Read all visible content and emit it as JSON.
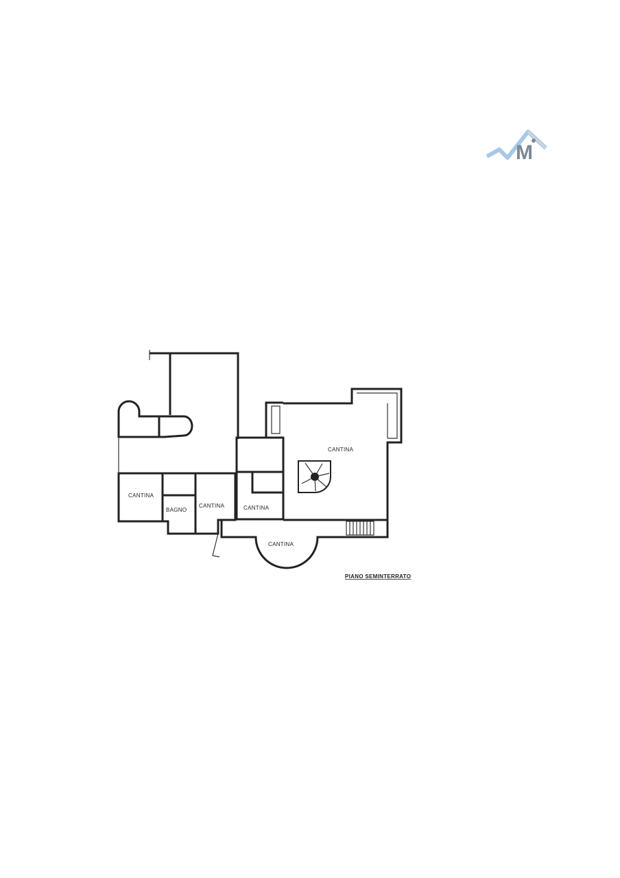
{
  "logo": {
    "letter": "M",
    "colors": {
      "swoosh": "#a9c8e8",
      "letter": "#7a8a96"
    }
  },
  "plan": {
    "rooms": [
      {
        "label": "CANTINA"
      },
      {
        "label": "BAGNO"
      },
      {
        "label": "CANTINA"
      },
      {
        "label": "CANTINA"
      },
      {
        "label": "CANTINA"
      },
      {
        "label": "CANTINA"
      }
    ],
    "floor_title": "PIANO SEMINTERRATO"
  }
}
